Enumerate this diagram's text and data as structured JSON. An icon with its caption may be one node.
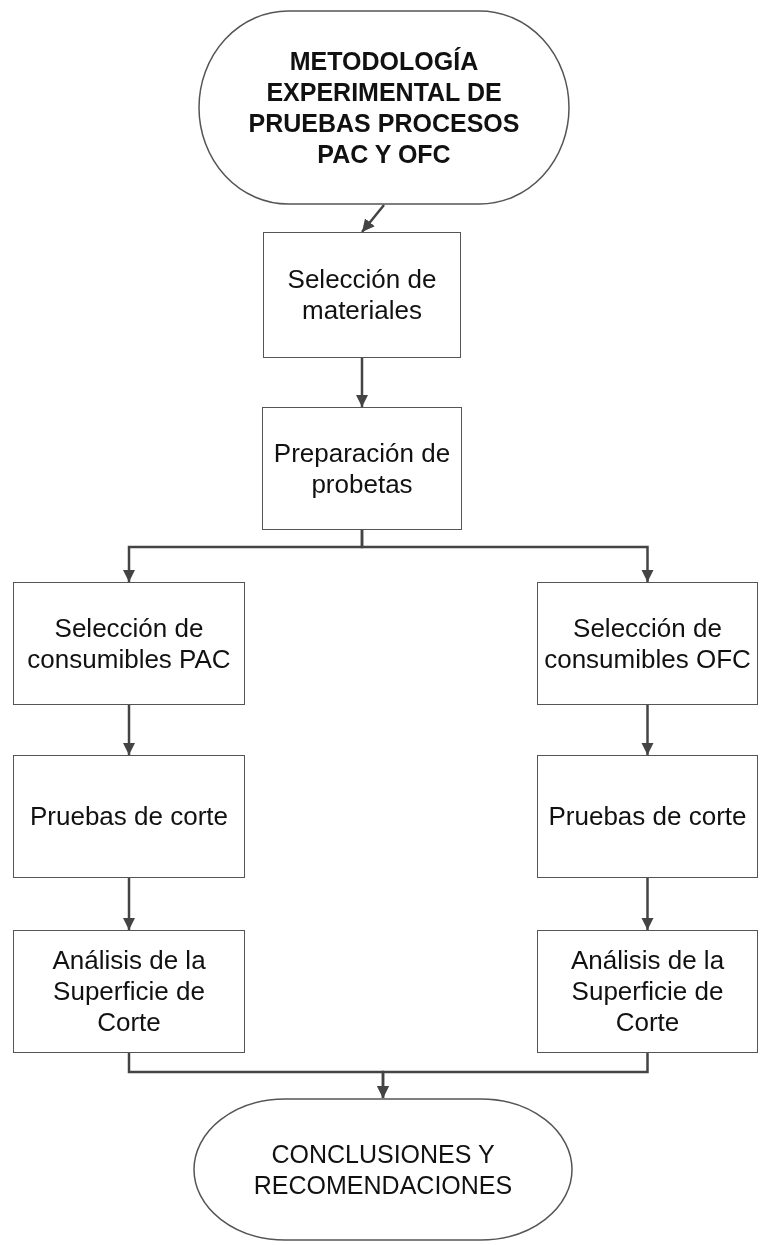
{
  "diagram": {
    "nodes": [
      {
        "text": [
          "METODOLOGÍA EXPERIMENTAL DE PRUEBAS PROCESOS PAC Y OFC"
        ]
      },
      {
        "text": [
          "Selección de materiales"
        ]
      },
      {
        "text": [
          "Preparación de probetas"
        ]
      },
      {
        "text": [
          "Selección de consumibles PAC"
        ]
      },
      {
        "text": [
          "Selección de consumibles OFC"
        ]
      },
      {
        "text": [
          "Pruebas de corte"
        ]
      },
      {
        "text": [
          "Pruebas de corte"
        ]
      },
      {
        "text": [
          "Análisis de la Superficie de Corte"
        ]
      },
      {
        "text": [
          "Análisis de la Superficie de Corte"
        ]
      },
      {
        "text": [
          "CONCLUSIONES Y RECOMENDACIONES"
        ]
      }
    ],
    "edges": [
      {
        "from": 0,
        "to": 1,
        "arrow": "to"
      },
      {
        "from": 1,
        "to": 2,
        "arrow": "to"
      },
      {
        "from": 2,
        "to": 3,
        "arrow": "to"
      },
      {
        "from": 2,
        "to": 4,
        "arrow": "to"
      },
      {
        "from": 3,
        "to": 5,
        "arrow": "to"
      },
      {
        "from": 4,
        "to": 6,
        "arrow": "to"
      },
      {
        "from": 5,
        "to": 7,
        "arrow": "to"
      },
      {
        "from": 6,
        "to": 8,
        "arrow": "to"
      },
      {
        "from": 7,
        "to": 9,
        "arrow": "to"
      },
      {
        "from": 8,
        "to": 9,
        "arrow": "to"
      }
    ]
  }
}
